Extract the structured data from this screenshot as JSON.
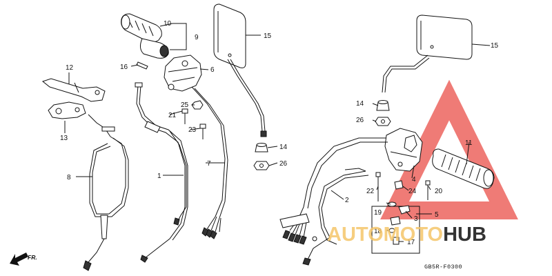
{
  "diagram": {
    "code": "GB5R-F0300",
    "direction_label": "FR.",
    "callouts": [
      "1",
      "2",
      "3",
      "4",
      "5",
      "6",
      "7",
      "8",
      "9",
      "10",
      "11",
      "12",
      "13",
      "14",
      "15",
      "16",
      "17",
      "18",
      "19",
      "20",
      "21",
      "22",
      "23",
      "24",
      "25",
      "26"
    ],
    "watermark": {
      "text_light": "AUTOMOTO",
      "text_dark": "HUB",
      "color_light": "#f5c56a",
      "color_dark": "#333333",
      "triangle_color": "#e8433c"
    }
  }
}
